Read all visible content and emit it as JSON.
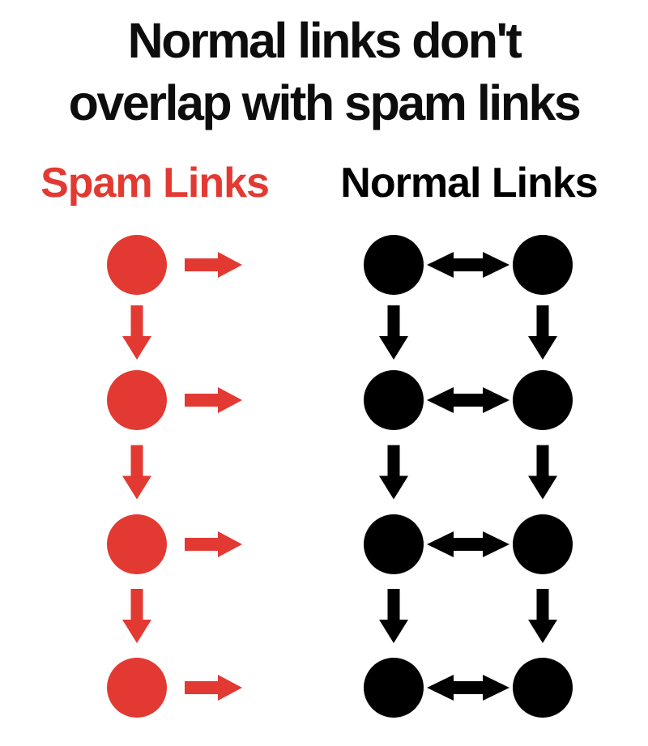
{
  "title": {
    "line1": "Normal links don't",
    "line2": "overlap with spam links",
    "color": "#0d0d0d"
  },
  "columns": {
    "spam": {
      "label": "Spam Links",
      "color": "#e23a32"
    },
    "normal": {
      "label": "Normal Links",
      "color": "#000000"
    }
  },
  "diagram": {
    "background": "#ffffff",
    "spam_column": {
      "node_count": 4,
      "node_color": "#e23a32",
      "outbound_arrow": "one-way-right",
      "chain_arrow": "one-way-down",
      "outbound_arrow_count": 4,
      "down_arrow_count": 3
    },
    "normal_column": {
      "row_count": 4,
      "nodes_per_row": 2,
      "node_color": "#000000",
      "pair_arrow": "two-way-horizontal",
      "chain_arrow": "one-way-down",
      "pair_arrow_count": 4,
      "down_arrow_count": 6
    }
  }
}
